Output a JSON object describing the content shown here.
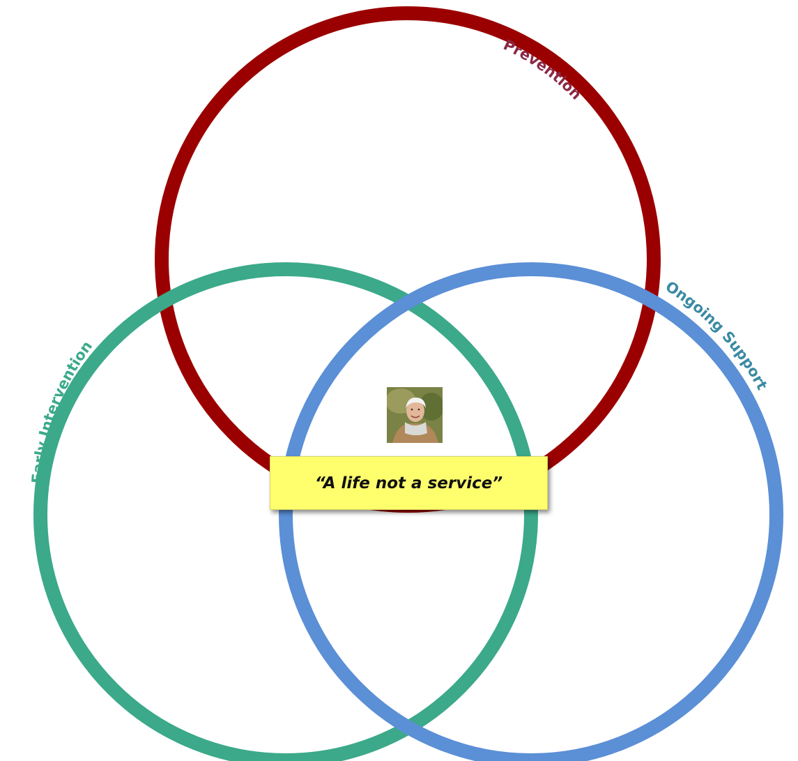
{
  "circles": [
    {
      "id": "prevention",
      "label": "Prevention",
      "color": "#9b0000",
      "label_color": "#8a2845"
    },
    {
      "id": "early-intervention",
      "label": "Early Intervention",
      "color": "#3ba98a",
      "label_color": "#3ba98a"
    },
    {
      "id": "ongoing-support",
      "label": "Ongoing Support",
      "color": "#5b8fd6",
      "label_color": "#3a8aa3"
    }
  ],
  "center": {
    "quote": "“A life not a service”",
    "quote_bg": "#ffff6e",
    "photo": "portrait of smiling older man"
  }
}
